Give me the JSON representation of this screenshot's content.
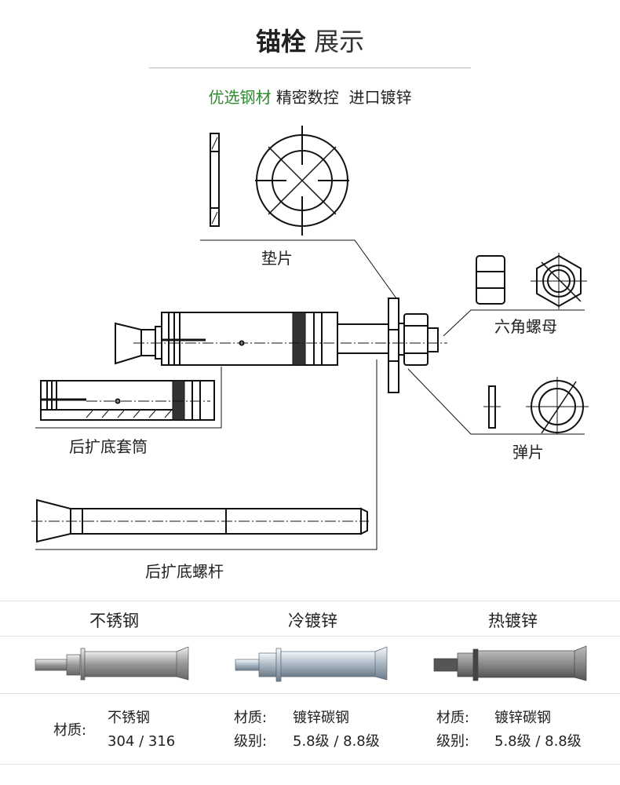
{
  "header": {
    "title_bold": "锚栓",
    "title_light": "展示",
    "subtitle_highlight": "优选钢材",
    "subtitle_rest": "精密数控  进口镀锌",
    "accent_color": "#2e8b2e"
  },
  "diagram": {
    "labels": {
      "washer": "垫片",
      "hex_nut": "六角螺母",
      "spring_washer": "弹片",
      "sleeve": "后扩底套筒",
      "bolt": "后扩底螺杆"
    }
  },
  "products": [
    {
      "name": "不锈钢",
      "material_label": "材质:",
      "material_line1": "不锈钢",
      "material_line2": "304 / 316"
    },
    {
      "name": "冷镀锌",
      "material_label": "材质:",
      "material": "镀锌碳钢",
      "grade_label": "级别:",
      "grade": "5.8级 / 8.8级"
    },
    {
      "name": "热镀锌",
      "material_label": "材质:",
      "material": "镀锌碳钢",
      "grade_label": "级别:",
      "grade": "5.8级 / 8.8级"
    }
  ]
}
